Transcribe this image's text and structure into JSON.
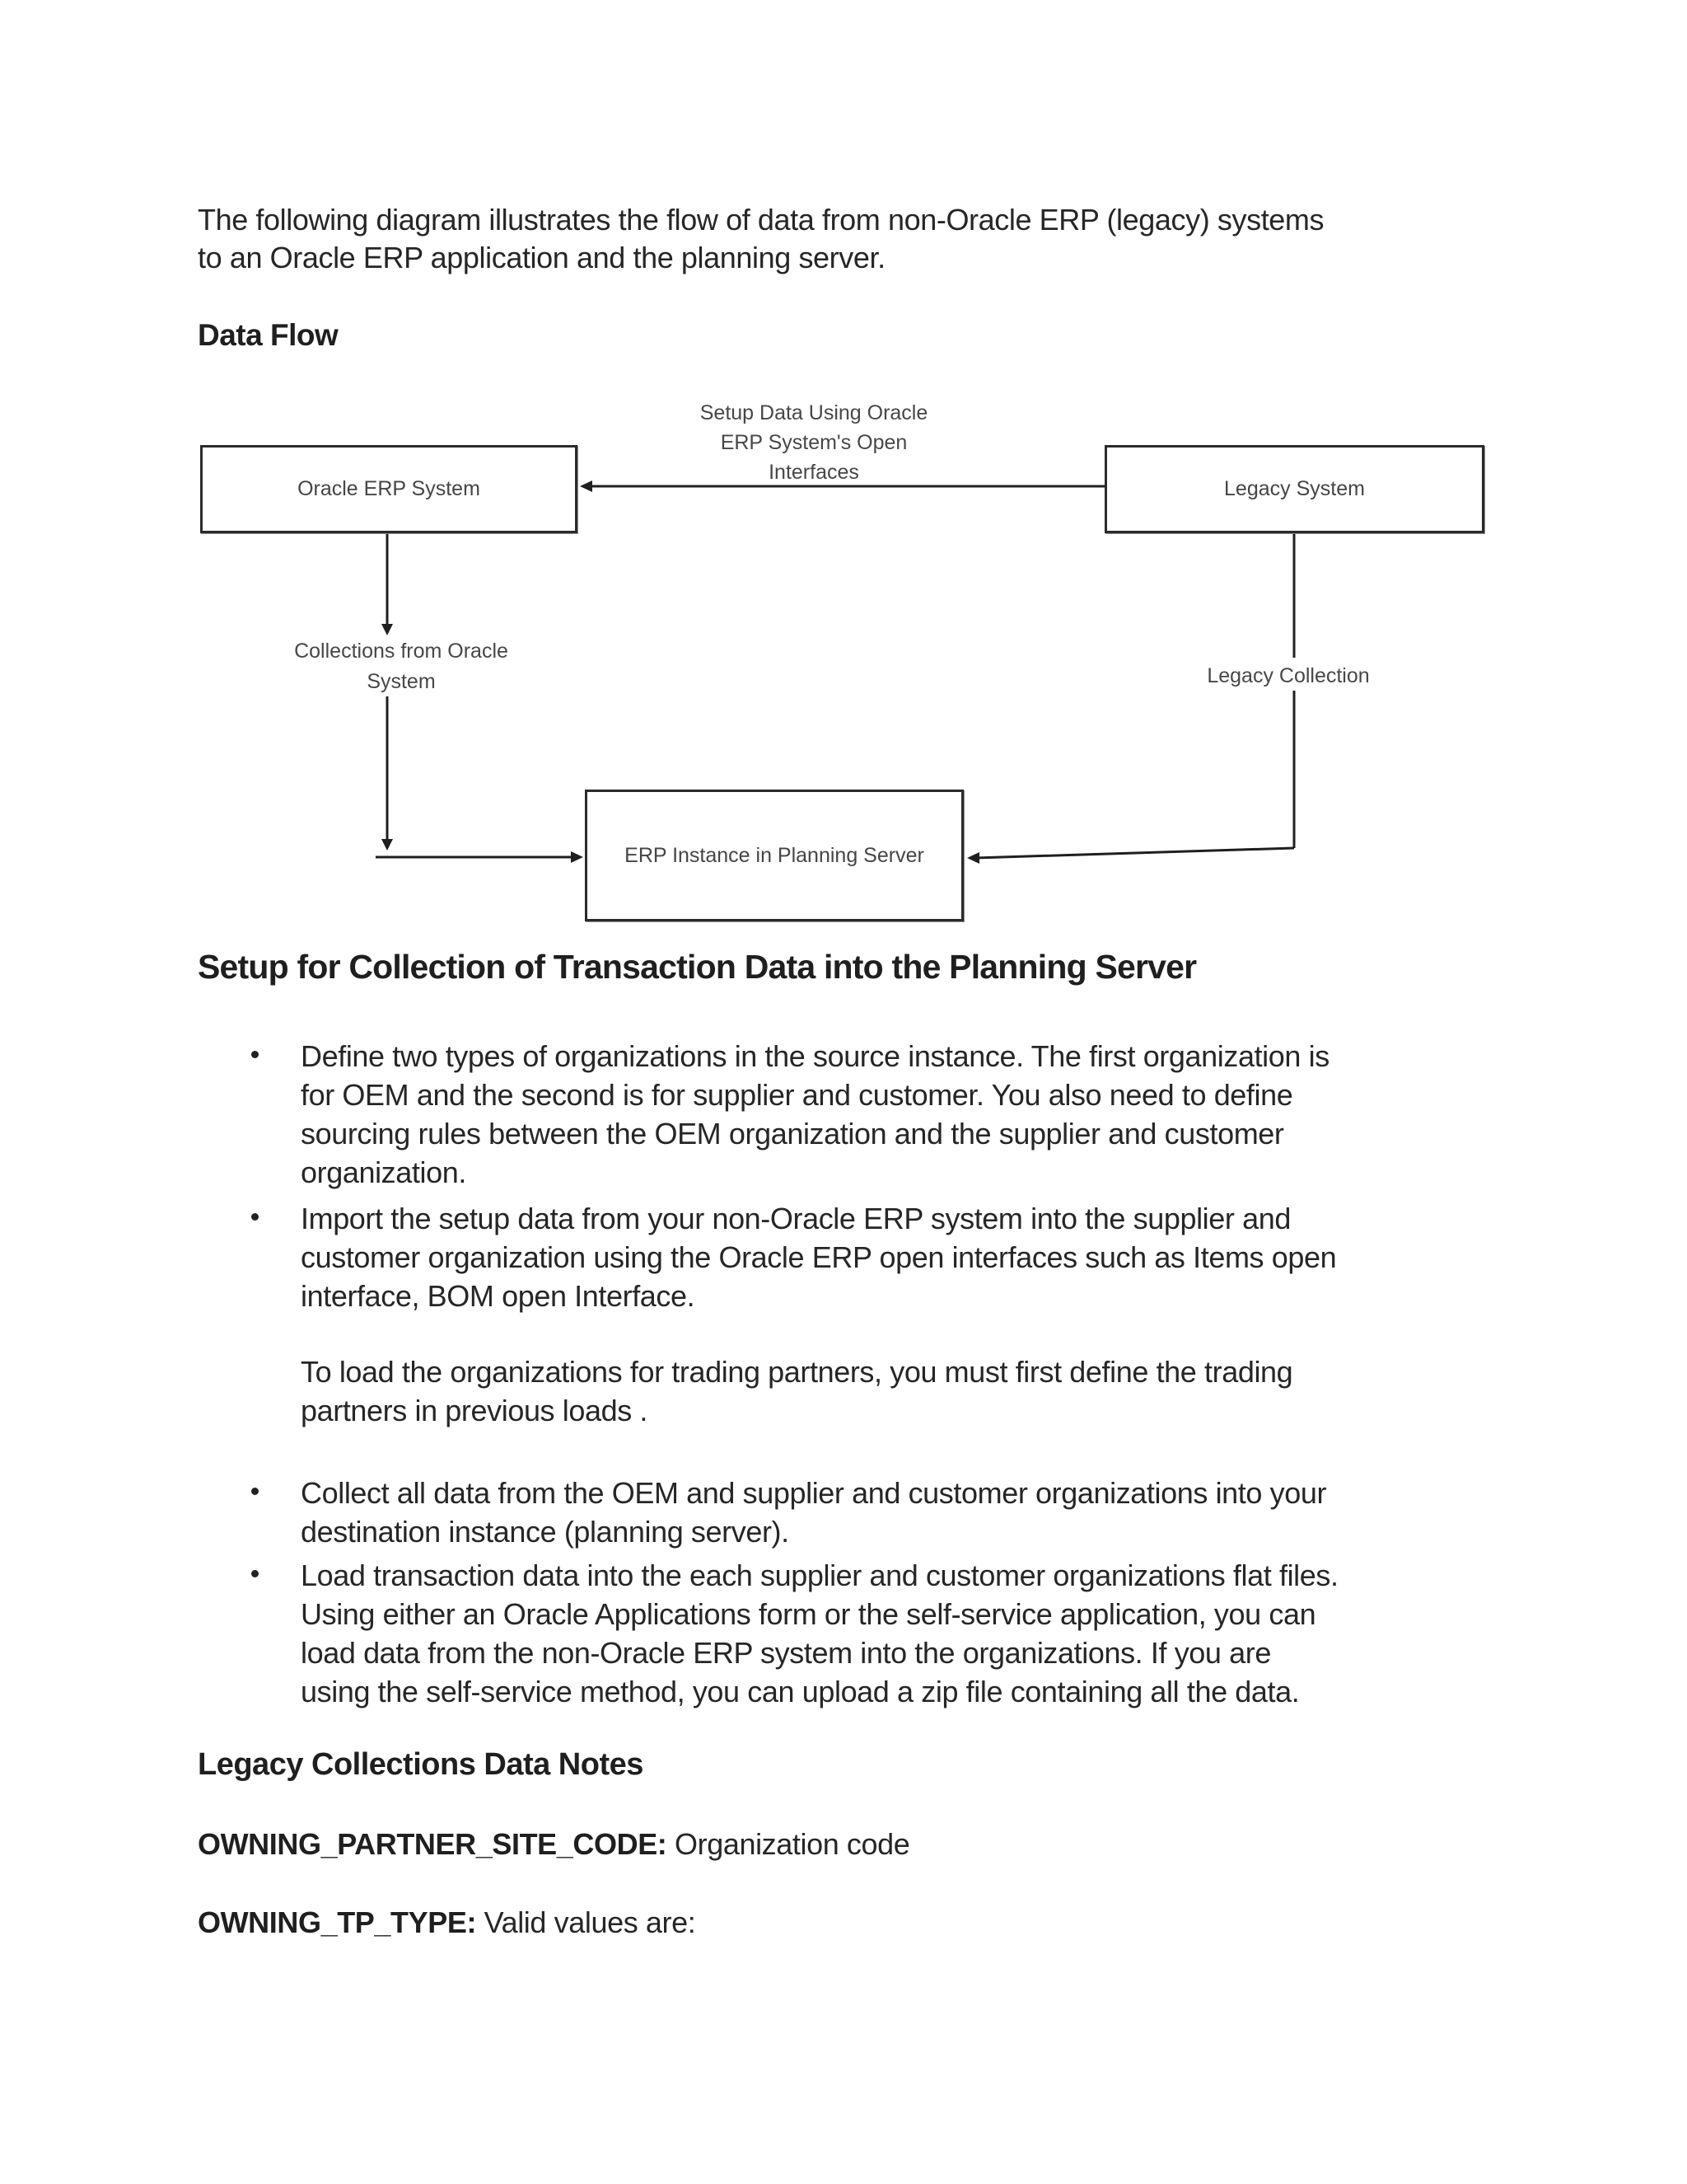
{
  "intro_lines": [
    "The following diagram illustrates the flow of data from non-Oracle ERP (legacy) systems",
    "to an Oracle ERP application and the planning server."
  ],
  "data_flow_heading": "Data Flow",
  "diagram": {
    "setup_label_lines": [
      "Setup Data Using Oracle",
      "ERP System's Open",
      "Interfaces"
    ],
    "oracle_box_label": "Oracle ERP System",
    "legacy_box_label": "Legacy System",
    "collections_label_lines": [
      "Collections from Oracle",
      "System"
    ],
    "legacy_collection_label": "Legacy Collection",
    "erp_instance_box_label": "ERP Instance in Planning Server"
  },
  "setup_heading": "Setup for Collection of Transaction Data into the Planning Server",
  "bullets": {
    "b1_lines": [
      "Define two types of organizations in the source instance. The first organization is",
      "for OEM and the second is for supplier and customer. You also need to define",
      "sourcing rules between the OEM organization and the supplier and customer",
      "organization."
    ],
    "b2_lines": [
      "Import the setup data from your non-Oracle ERP system into the supplier and",
      "customer organization using the Oracle ERP open interfaces such as Items open",
      "interface, BOM open Interface."
    ],
    "note_lines": [
      "To load the organizations for trading partners, you must first define the trading",
      "partners in previous loads ."
    ],
    "b3_lines": [
      "Collect all data from the OEM and supplier and customer organizations into your",
      "destination instance (planning server)."
    ],
    "b4_lines": [
      "Load transaction data into the each supplier and customer organizations flat files.",
      "Using either an Oracle Applications form or the self-service application, you can",
      "load data from the non-Oracle ERP system into the organizations. If you are",
      "using the self-service method, you can upload a zip file containing all the data."
    ]
  },
  "legacy_notes_heading": "Legacy Collections Data Notes",
  "owning_partner": {
    "label": "OWNING_PARTNER_SITE_CODE:",
    "value": " Organization code"
  },
  "owning_tp": {
    "label": "OWNING_TP_TYPE:",
    "value": " Valid values are:"
  },
  "colors": {
    "line": "#1f1f1f",
    "border": "#2b2b2b",
    "body_text": "#262626",
    "diagram_text": "#474747",
    "background": "#ffffff"
  }
}
